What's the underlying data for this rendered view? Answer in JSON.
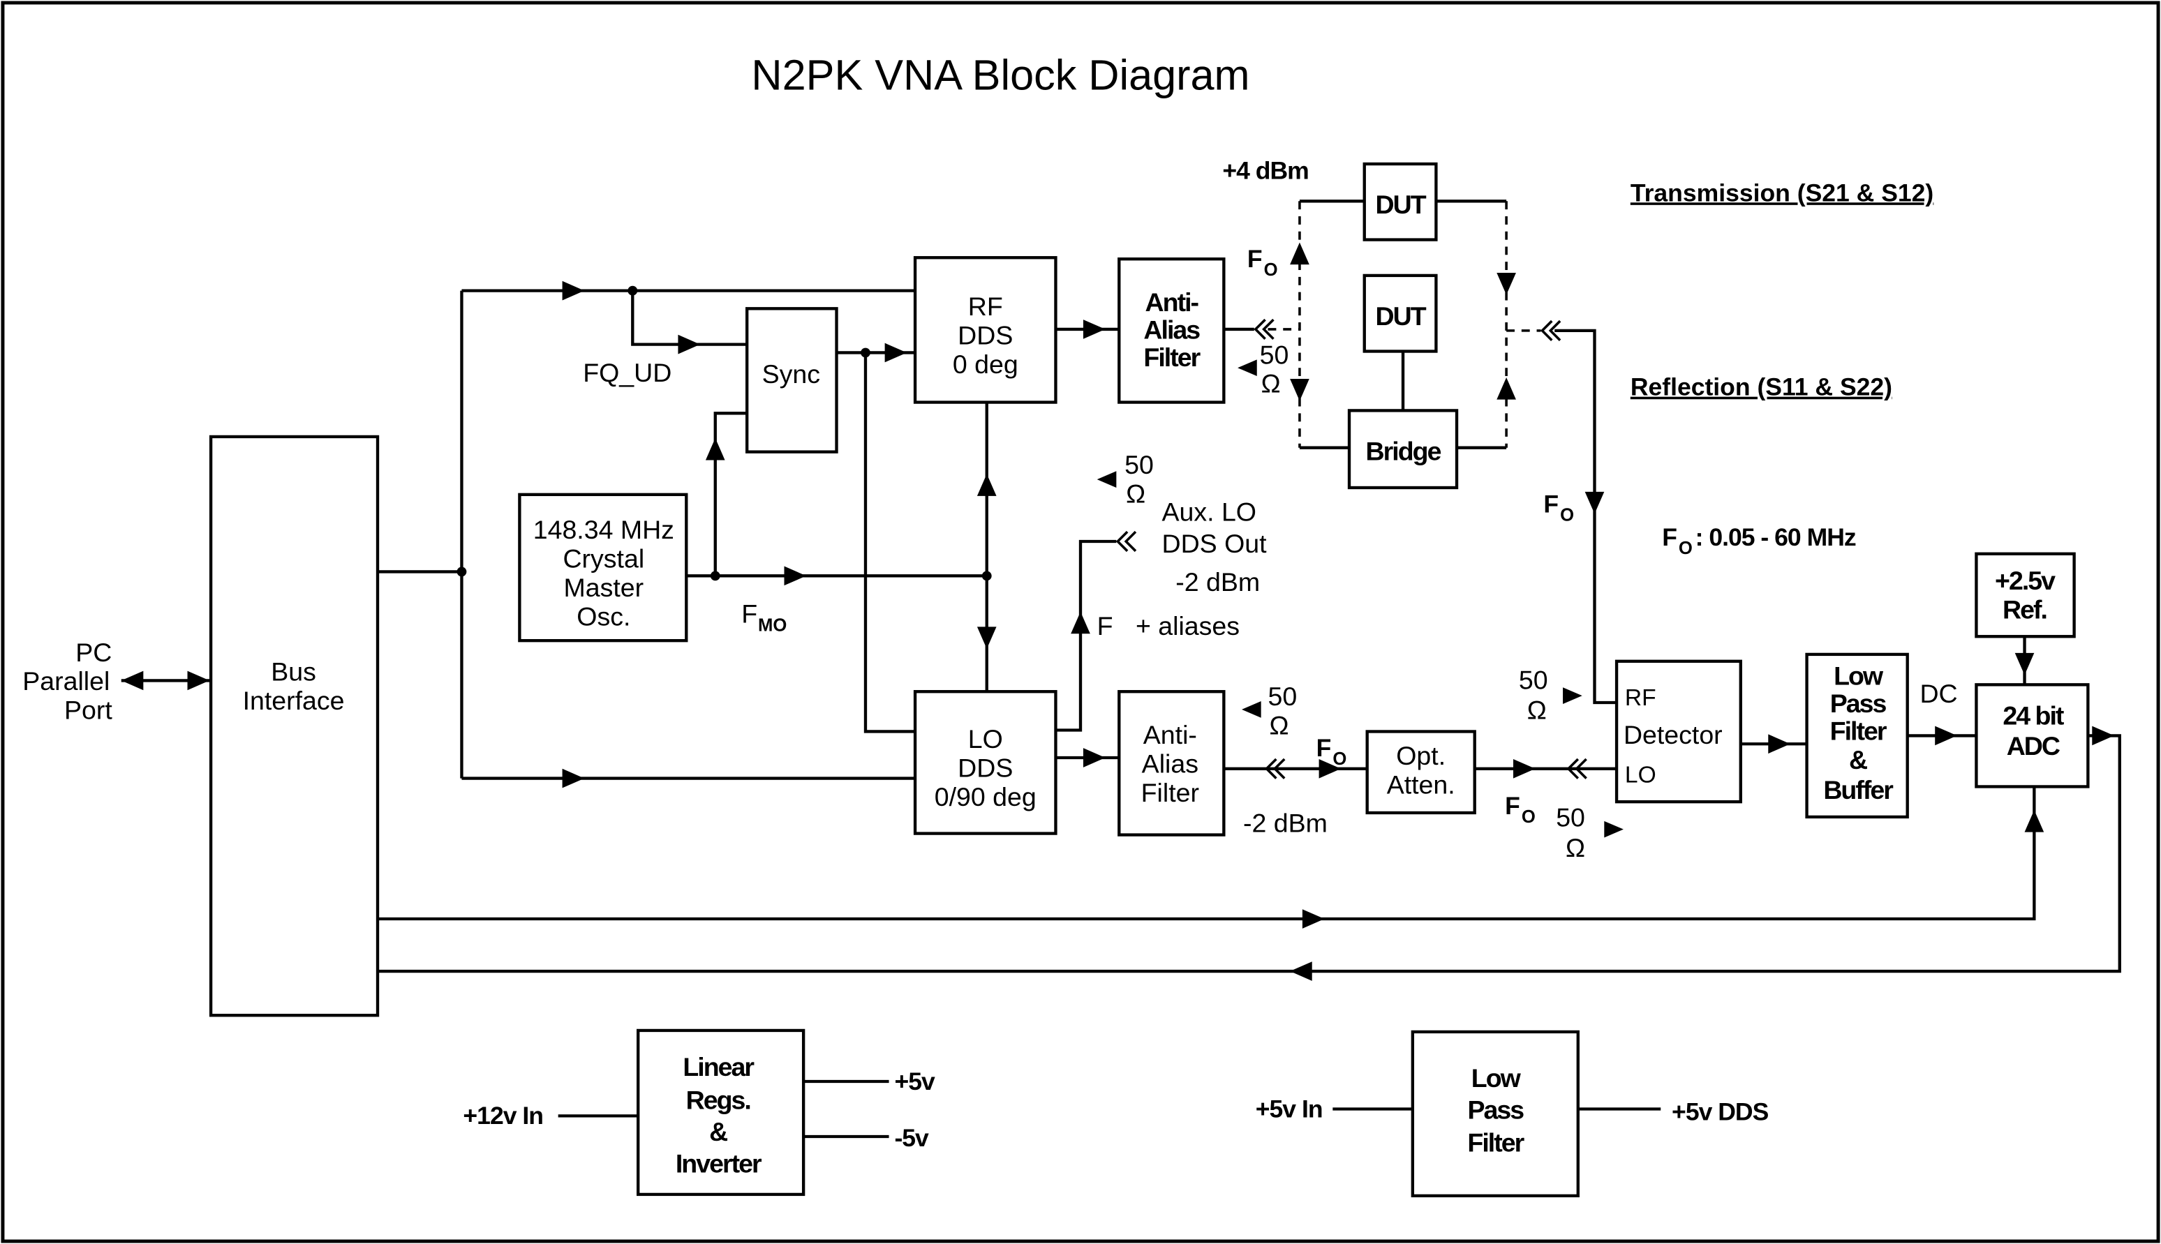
{
  "title": "N2PK VNA Block Diagram",
  "colors": {
    "ink": "#000000",
    "background": "#ffffff"
  },
  "blocks": {
    "pc_port": [
      "PC",
      "Parallel",
      "Port"
    ],
    "bus_interface": [
      "Bus",
      "Interface"
    ],
    "crystal": [
      "148.34 MHz",
      "Crystal",
      "Master",
      "Osc."
    ],
    "sync": [
      "Sync"
    ],
    "rf_dds": [
      "RF",
      "DDS",
      "0 deg"
    ],
    "lo_dds": [
      "LO",
      "DDS",
      "0/90 deg"
    ],
    "rf_filter": [
      "Anti-",
      "Alias",
      "Filter"
    ],
    "lo_filter": [
      "Anti-",
      "Alias",
      "Filter"
    ],
    "dut_top": [
      "DUT"
    ],
    "dut_mid": [
      "DUT"
    ],
    "bridge": [
      "Bridge"
    ],
    "opt_atten": [
      "Opt.",
      "Atten."
    ],
    "detector": {
      "rf_port": "RF",
      "name": "Detector",
      "lo_port": "LO"
    },
    "lpf_buffer": [
      "Low",
      "Pass",
      "Filter",
      "&",
      "Buffer"
    ],
    "ref": [
      "+2.5v",
      "Ref."
    ],
    "adc": [
      "24 bit",
      "ADC"
    ],
    "linear_regs": [
      "Linear",
      "Regs.",
      "&",
      "Inverter"
    ],
    "dds_lpf": [
      "Low",
      "Pass",
      "Filter"
    ]
  },
  "labels": {
    "fq_ud": "FQ_UD",
    "fmo_main": "F",
    "fmo_sub": "MO",
    "plus4dbm": "+4 dBm",
    "fo_main": "F",
    "fo_sub": "O",
    "ohm_value": "50",
    "ohm_symbol": "Ω",
    "aux_lo_1": "Aux. LO",
    "aux_lo_2": "DDS Out",
    "aux_lo_3": "-2 dBm",
    "fo_aliases": "+ aliases",
    "minus2dbm": "-2 dBm",
    "transmission": "Transmission (S21 & S12)",
    "reflection": "Reflection (S11 & S22)",
    "fo_range": ": 0.05 - 60 MHz",
    "dc": "DC",
    "plus12v_in": "+12v In",
    "plus5v": "+5v",
    "minus5v": "-5v",
    "plus5v_in": "+5v In",
    "plus5v_dds": "+5v DDS"
  }
}
